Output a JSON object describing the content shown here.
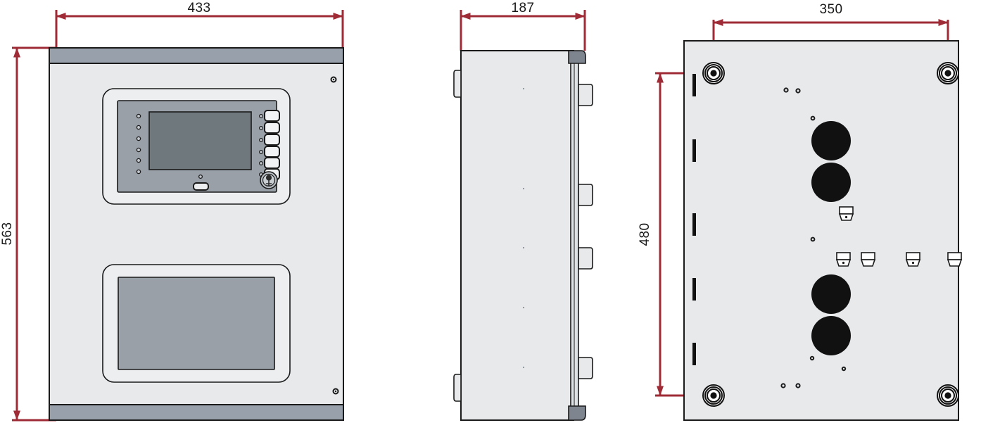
{
  "drawing": {
    "type": "technical-dimension-drawing",
    "subject": "fire alarm control panel enclosure",
    "units": "mm",
    "views": [
      {
        "id": "front",
        "name": "front-view"
      },
      {
        "id": "side",
        "name": "side-view"
      },
      {
        "id": "rear",
        "name": "rear-view"
      }
    ]
  },
  "dimensions": {
    "front_width": "433",
    "front_height": "563",
    "side_depth": "187",
    "rear_hole_spacing_horizontal": "350",
    "rear_hole_spacing_vertical": "480"
  },
  "colors": {
    "dimension_red": "#9e2b35",
    "body_light": "#e7e9eb",
    "body_mid": "#d9dcde",
    "trim_gray": "#98a0ab",
    "screen_dark": "#6f787c",
    "panel_gray": "#9aa0a8",
    "bezel_gray": "#c9cdd1",
    "outline_black": "#1a1a1a",
    "knockout_black": "#111111"
  },
  "front_view": {
    "name": "front-view",
    "top_trim": "top-trim-bar",
    "bottom_trim": "bottom-trim-bar",
    "upper_bezel": "control-panel-bezel",
    "display": "lcd-display",
    "led_column_count": 6,
    "button_column_count": 6,
    "key_switch": "key-switch",
    "status_led": "status-led",
    "lower_bezel": "lower-door-bezel",
    "lower_panel": "lower-blank-panel",
    "screw_top_right": "screw-hole",
    "screw_bottom_right": "screw-hole"
  },
  "side_view": {
    "name": "side-view",
    "hinge_tab_count_left": 2,
    "hinge_tab_count_right": 4,
    "top_trim": "top-trim-corner",
    "bottom_trim": "bottom-trim-corner"
  },
  "rear_view": {
    "name": "rear-view",
    "mounting_hole_count": 4,
    "slot_count": 5,
    "large_knockout_count": 4,
    "cable_gland_count": 5,
    "pilot_hole_count": 8
  }
}
